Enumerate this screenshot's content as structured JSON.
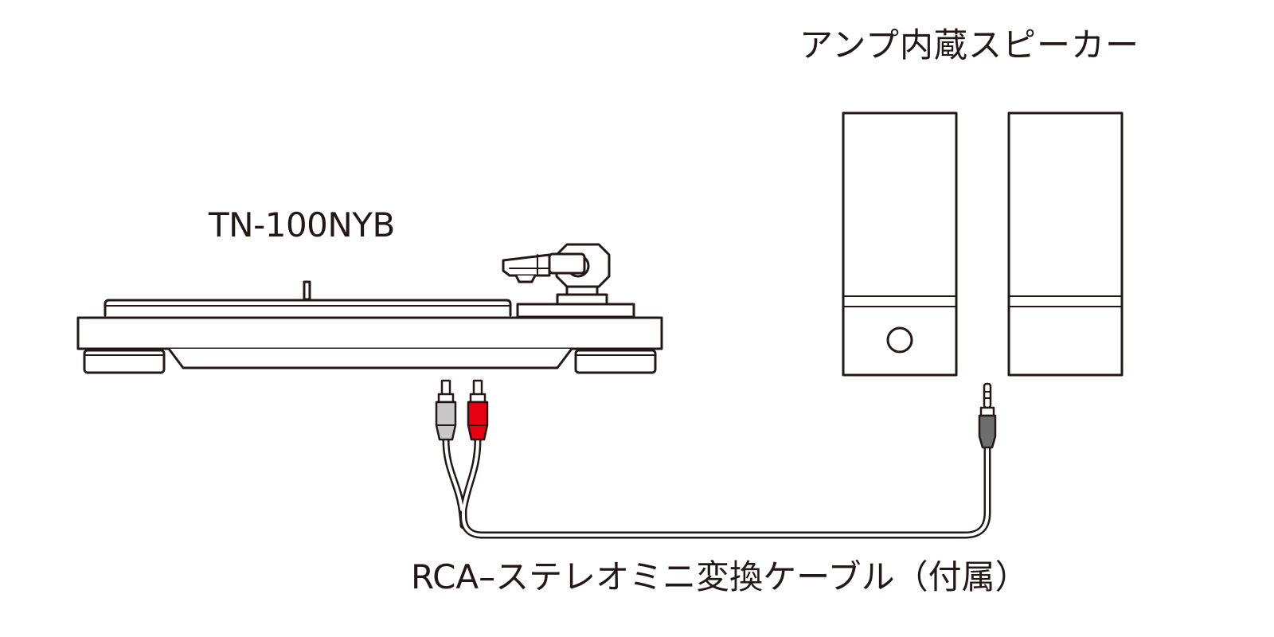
{
  "labels": {
    "turntable": "TN-100NYB",
    "speakers": "アンプ内蔵スピーカー",
    "cable": "RCA–ステレオミニ変換ケーブル（付属）"
  },
  "colors": {
    "line": "#231815",
    "plug_white": "#c8c8c8",
    "plug_red": "#e60012",
    "plug_mini": "#6e6e6e",
    "background": "#ffffff"
  }
}
